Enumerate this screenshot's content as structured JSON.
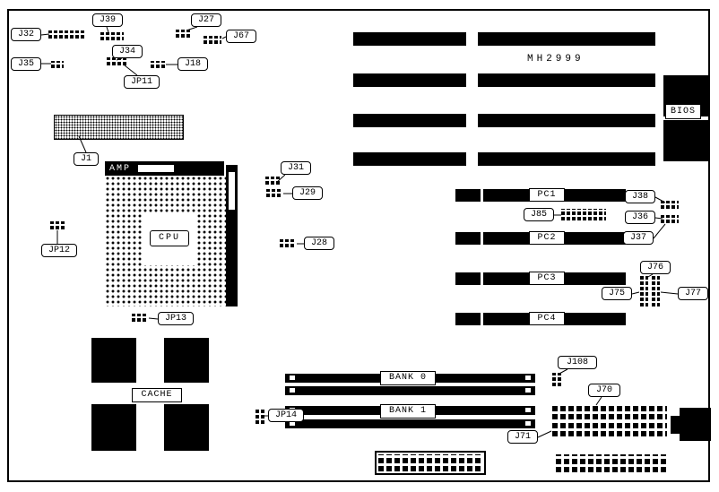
{
  "board": {
    "model": "MH2999",
    "bios": "BIOS",
    "cpu": "CPU",
    "amp": "AMP",
    "cache": "CACHE"
  },
  "slots": {
    "pc1": "PC1",
    "pc2": "PC2",
    "pc3": "PC3",
    "pc4": "PC4",
    "bank0": "BANK 0",
    "bank1": "BANK 1"
  },
  "jumpers": {
    "j32": "J32",
    "j39": "J39",
    "j27": "J27",
    "j67": "J67",
    "j35": "J35",
    "j34": "J34",
    "j18": "J18",
    "jp11": "JP11",
    "j1": "J1",
    "jp12": "JP12",
    "j31": "J31",
    "j29": "J29",
    "j28": "J28",
    "jp13": "JP13",
    "j85": "J85",
    "j38": "J38",
    "j36": "J36",
    "j37": "J37",
    "j76": "J76",
    "j75": "J75",
    "j77": "J77",
    "jp14": "JP14",
    "j108": "J108",
    "j70": "J70",
    "j71": "J71"
  },
  "colors": {
    "ink": "#000000",
    "paper": "#ffffff"
  }
}
